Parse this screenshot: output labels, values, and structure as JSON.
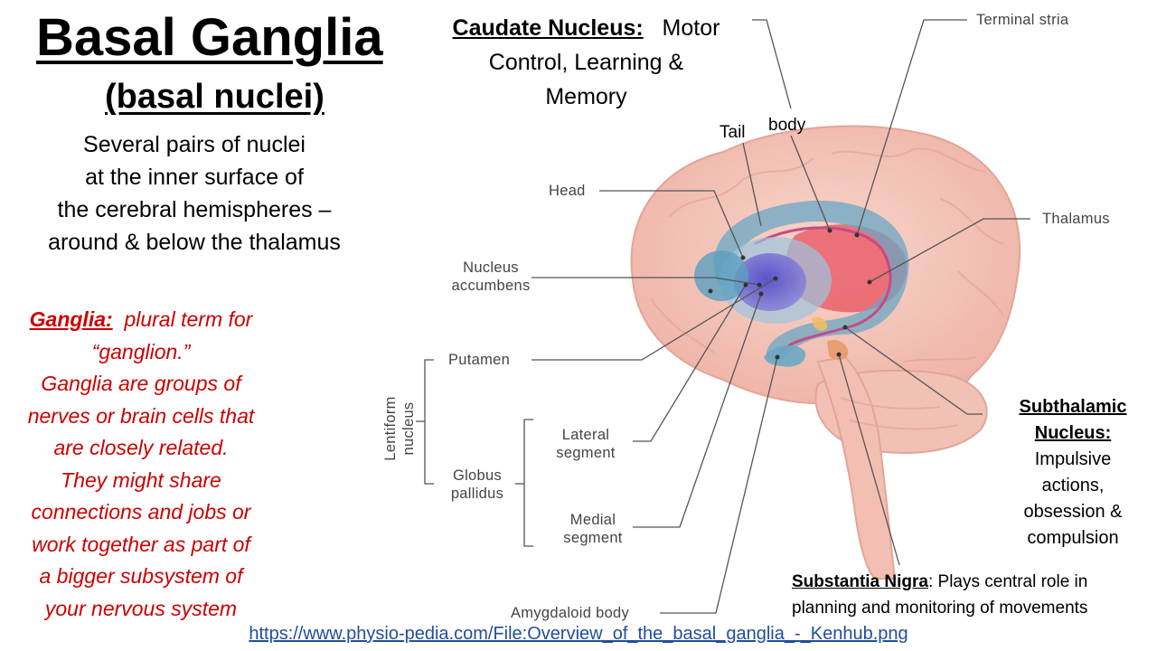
{
  "title": "Basal Ganglia",
  "subtitle": "(basal nuclei)",
  "description_lines": [
    "Several pairs of nuclei",
    "at the inner surface of",
    "the cerebral hemispheres –",
    "around & below the thalamus"
  ],
  "ganglia": {
    "term": "Ganglia:",
    "first_line_rest": "plural term for",
    "lines": [
      "“ganglion.”",
      "Ganglia are groups of",
      "nerves or brain cells that",
      "are closely related.",
      "They might share",
      "connections and jobs or",
      "work together as part of",
      "a bigger subsystem of",
      "your nervous system"
    ]
  },
  "caudate": {
    "term": "Caudate Nucleus:",
    "text_line1": "Motor",
    "text_line2": "Control, Learning &",
    "text_line3": "Memory"
  },
  "subthalamic": {
    "term_line1": "Subthalamic",
    "term_line2": "Nucleus:",
    "lines": [
      "Impulsive",
      "actions,",
      "obsession &",
      "compulsion"
    ]
  },
  "nigra": {
    "term": "Substantia Nigra",
    "text_line1": ":  Plays central role in",
    "text_line2": "planning and monitoring of movements"
  },
  "labels": {
    "terminal_stria": "Terminal stria",
    "thalamus": "Thalamus",
    "head": "Head",
    "nucleus_accumbens_1": "Nucleus",
    "nucleus_accumbens_2": "accumbens",
    "putamen": "Putamen",
    "lentiform_1": "Lentiform",
    "lentiform_2": "nucleus",
    "lateral_1": "Lateral",
    "lateral_2": "segment",
    "globus_1": "Globus",
    "globus_2": "pallidus",
    "medial_1": "Medial",
    "medial_2": "segment",
    "amygdaloid": "Amygdaloid body",
    "tail": "Tail",
    "body": "body"
  },
  "source_url": "https://www.physio-pedia.com/File:Overview_of_the_basal_ganglia_-_Kenhub.png",
  "colors": {
    "ganglia_text": "#cc0000",
    "link": "#1f4e9c",
    "brain": "#f3c3b8",
    "caudate": "#6aa7c4",
    "thalamus": "#e8505d",
    "globus": "#5a4fc4"
  }
}
